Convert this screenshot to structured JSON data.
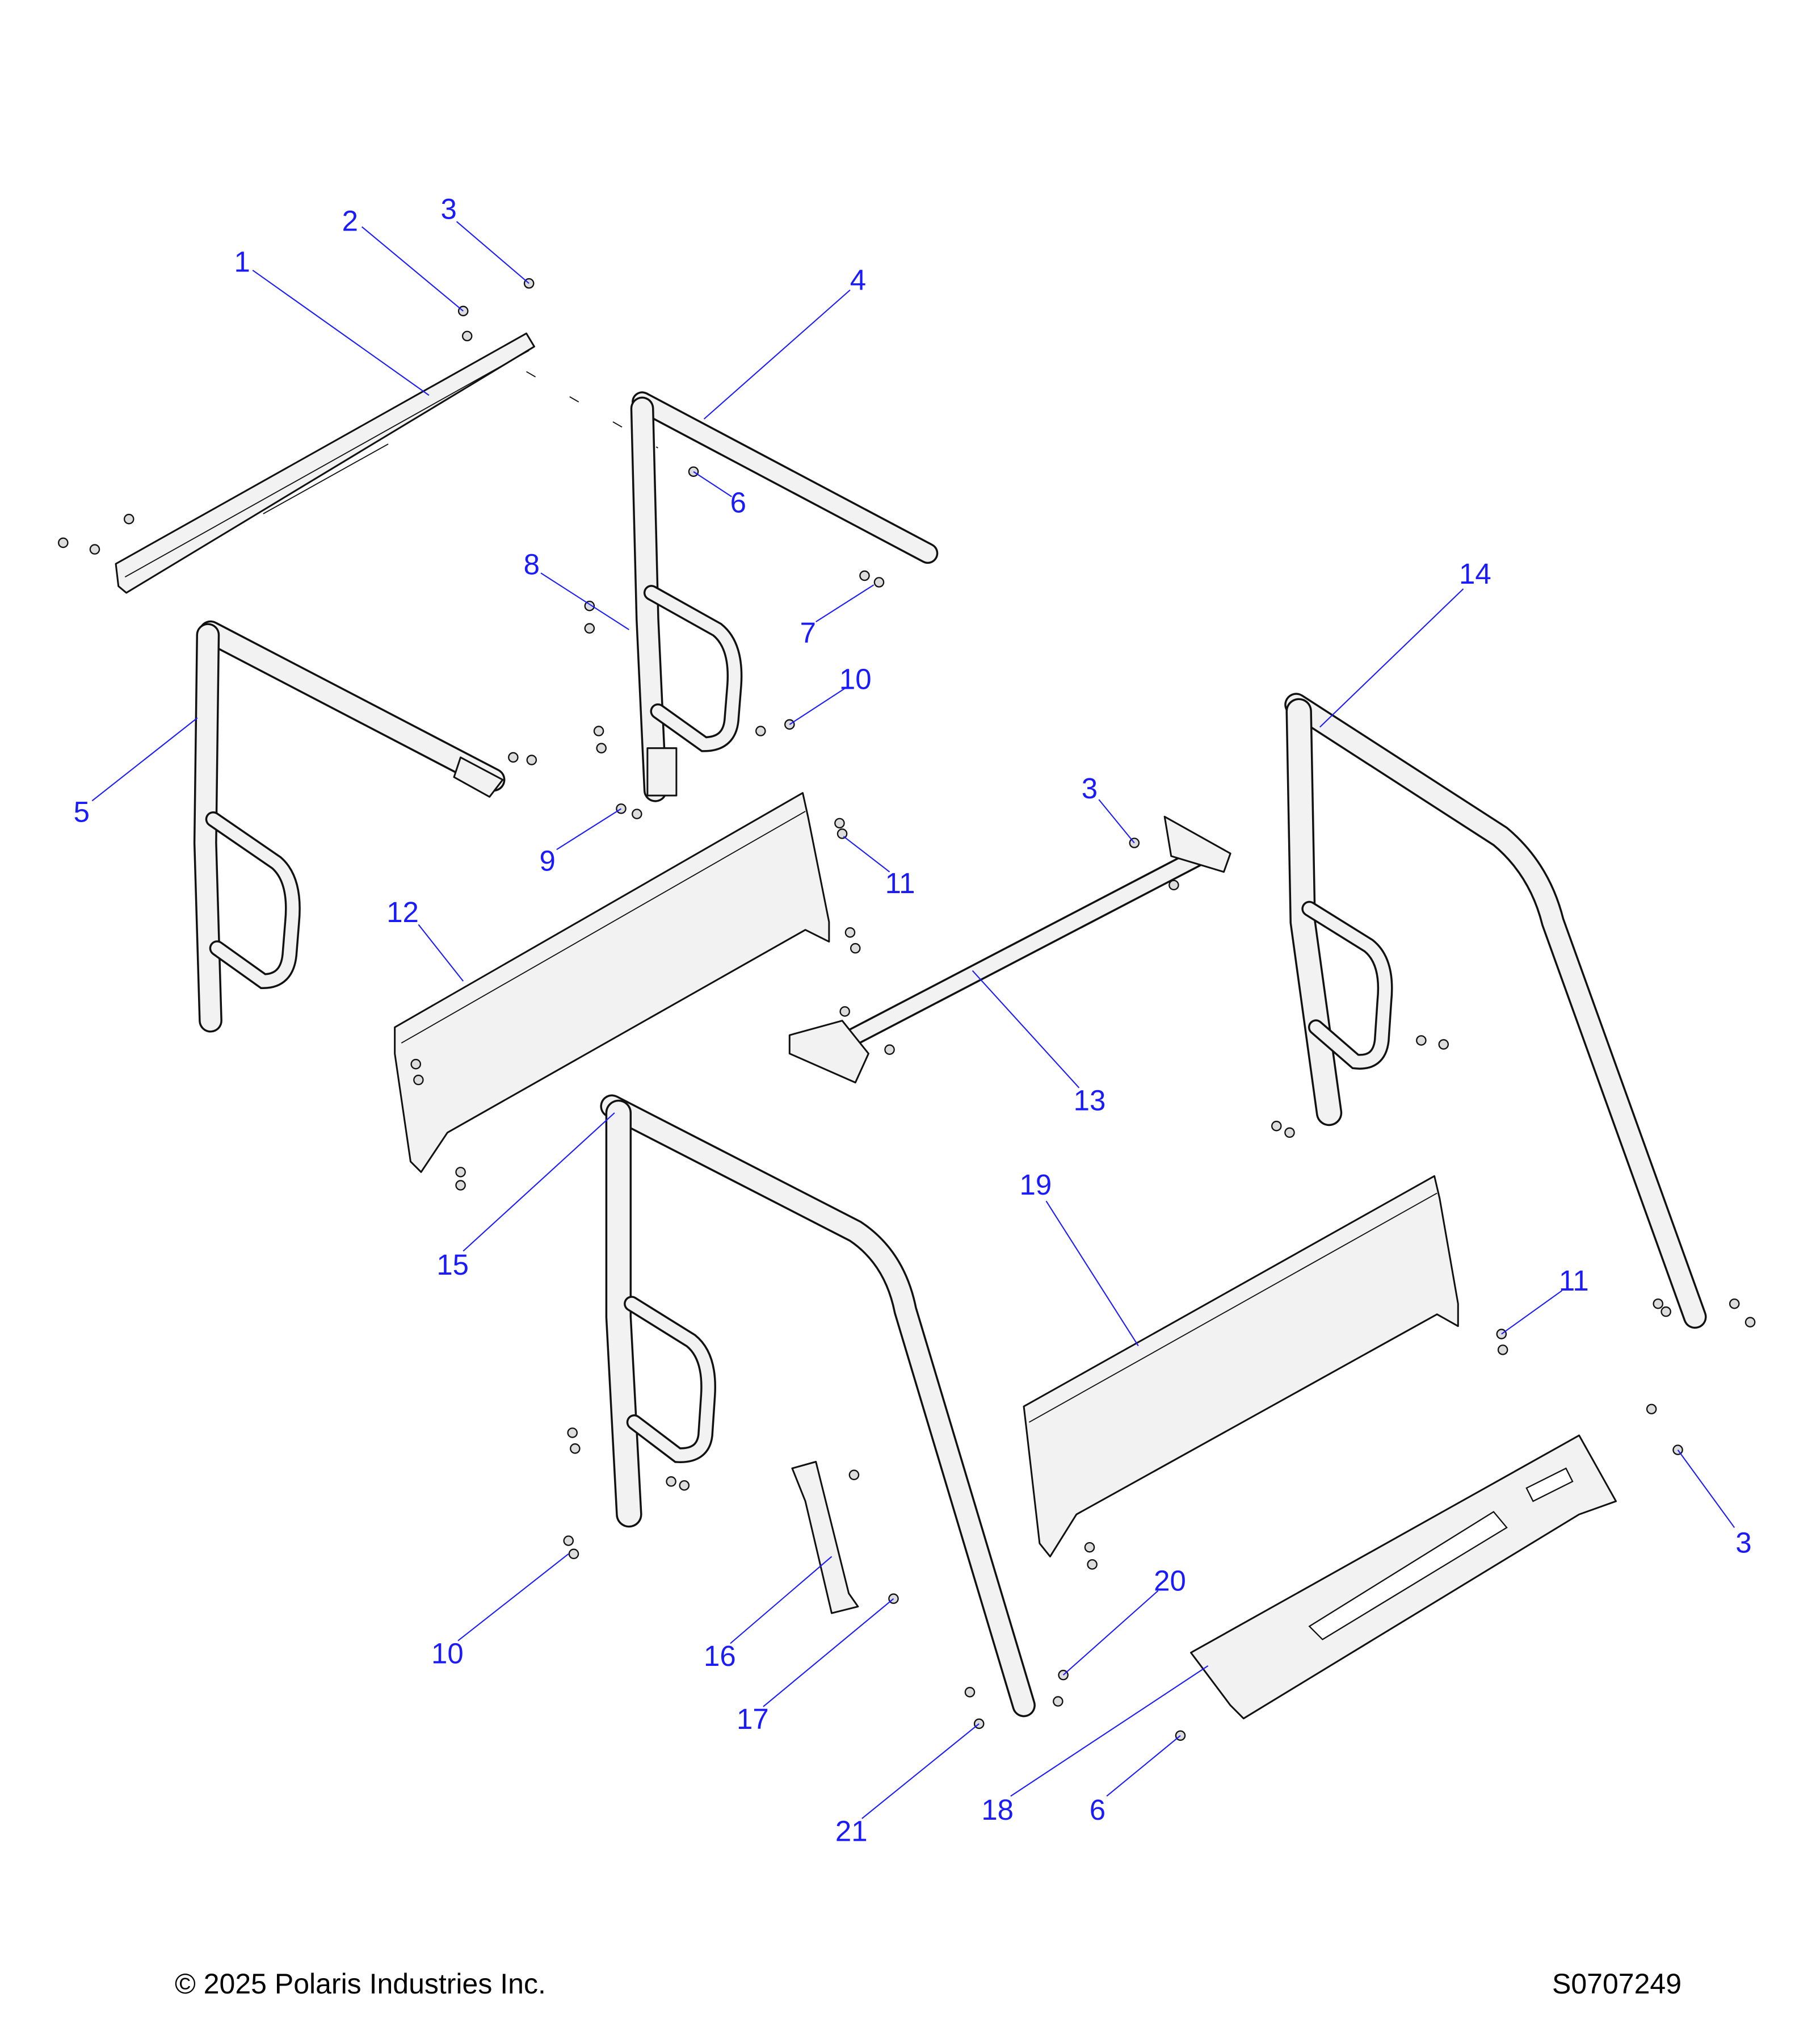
{
  "diagram": {
    "callouts": [
      "1",
      "2",
      "3",
      "4",
      "6",
      "7",
      "8",
      "10",
      "5",
      "3",
      "9",
      "11",
      "12",
      "13",
      "14",
      "15",
      "19",
      "11",
      "3",
      "10",
      "16",
      "17",
      "20",
      "21",
      "18",
      "6"
    ],
    "callout_color": "#1a1aff",
    "line_color": "#111111"
  },
  "footer": {
    "copyright": "© 2025 Polaris Industries Inc.",
    "diagram_id": "S0707249"
  }
}
